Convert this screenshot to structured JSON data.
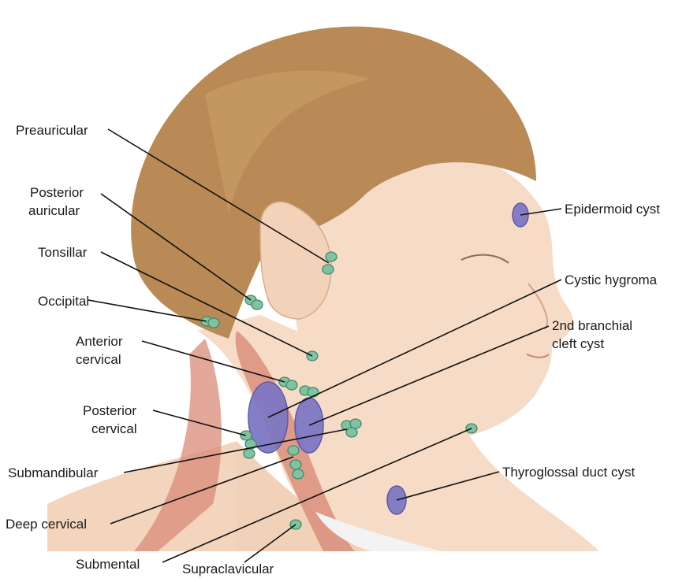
{
  "labels": {
    "preauricular": "Preauricular",
    "posterior_auricular_1": "Posterior",
    "posterior_auricular_2": "auricular",
    "tonsillar": "Tonsillar",
    "occipital": "Occipital",
    "anterior_cervical_1": "Anterior",
    "anterior_cervical_2": "cervical",
    "posterior_cervical_1": "Posterior",
    "posterior_cervical_2": "cervical",
    "submandibular": "Submandibular",
    "deep_cervical": "Deep cervical",
    "submental": "Submental",
    "supraclavicular": "Supraclavicular",
    "epidermoid_cyst": "Epidermoid cyst",
    "cystic_hygroma": "Cystic hygroma",
    "branchial_1": "2nd branchial",
    "branchial_2": "cleft cyst",
    "thyroglossal": "Thyroglossal duct cyst"
  },
  "colors": {
    "hair": "#b98a55",
    "hair_dark": "#8f6438",
    "skin": "#f6dcc7",
    "skin_shadow": "#e8bfa2",
    "muscle": "#d98b78",
    "muscle_line": "#b8604f",
    "node": "#7fc3a2",
    "node_outline": "#3f8a66",
    "cyst": "#7e78c4",
    "cyst_outline": "#5a53a3",
    "leader": "#111111"
  }
}
